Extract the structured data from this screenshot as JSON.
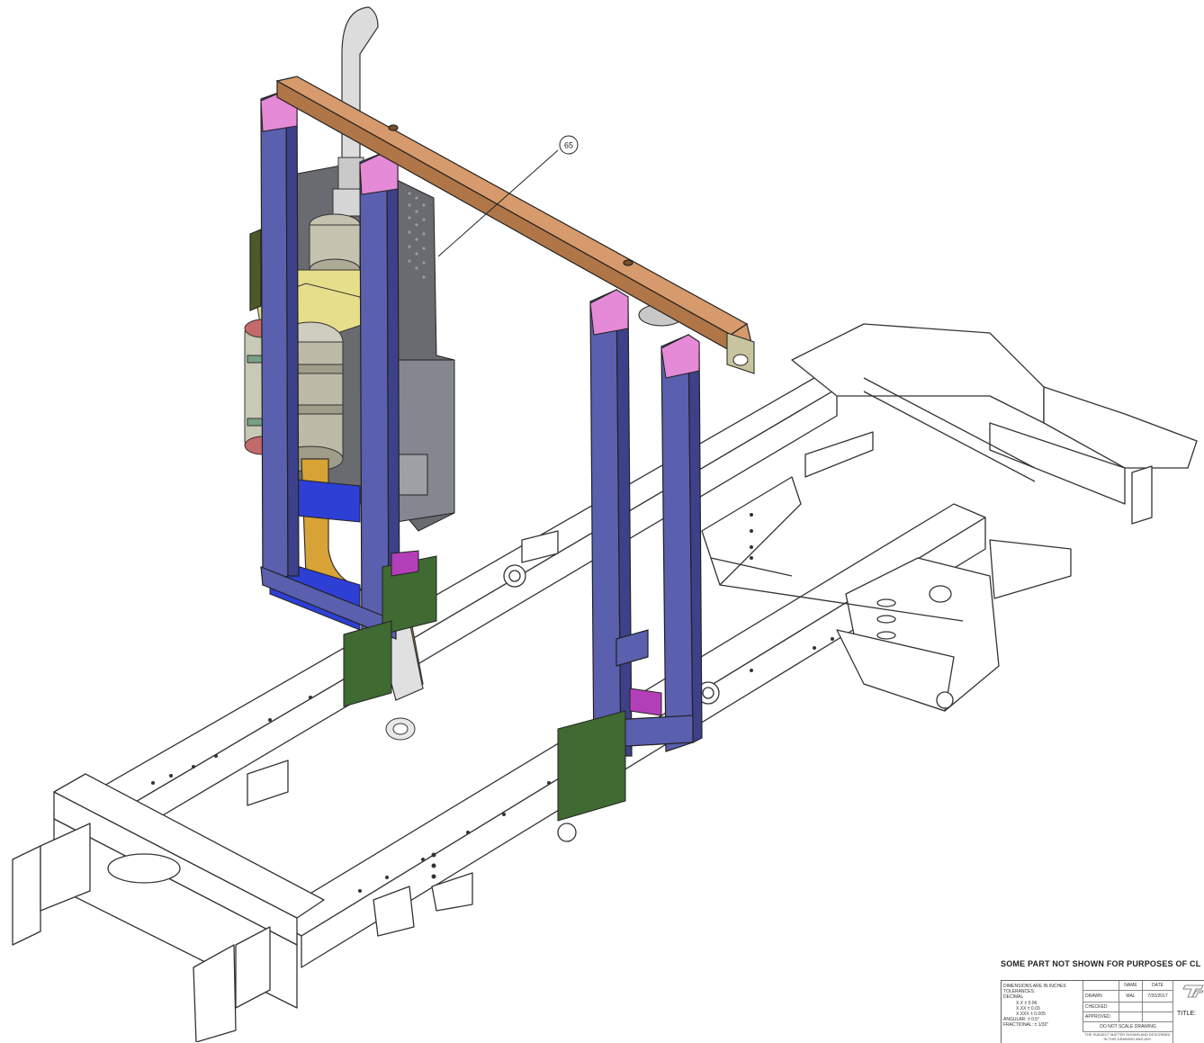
{
  "balloon": {
    "label": "65"
  },
  "note": "SOME PART NOT SHOWN FOR PURPOSES OF CL",
  "title_block": {
    "tolerances": [
      "DIMENSIONS ARE IN INCHES",
      "TOLERANCES:",
      "DECIMAL",
      "X.X  ± 0.06",
      "X.XX  ± 0.03",
      "X.XXX ± 0.005",
      "ANGULAR:  ± 0.5°",
      "FRACTIONAL:  ± 1/32\""
    ],
    "name_header": "NAME",
    "date_header": "DATE",
    "drawn_label": "DRAWN",
    "drawn_name": "MAL",
    "drawn_date": "7/20/2017",
    "checked_label": "CHECKED",
    "approved_label": "APPROVED",
    "do_not_scale": "DO NOT SCALE DRAWING",
    "legal_text": "THE SUBJECT MATTER SHOWN AND DESCRIBED IN THIS DRAWING AND ANY",
    "title_label": "TITLE:"
  },
  "colors": {
    "frame_blue": "#5a5fae",
    "frame_blue_dark": "#3d418a",
    "crossbar_orange": "#d69a6c",
    "pink_caps": "#e58ad6",
    "green_plates": "#3f6a32",
    "yellow_brackets": "#e6de8a",
    "exhaust_orange": "#d8a336",
    "cylinder_grey": "#b8b5a4",
    "heat_shield_grey": "#6a6b70",
    "chassis_line": "#333333"
  }
}
